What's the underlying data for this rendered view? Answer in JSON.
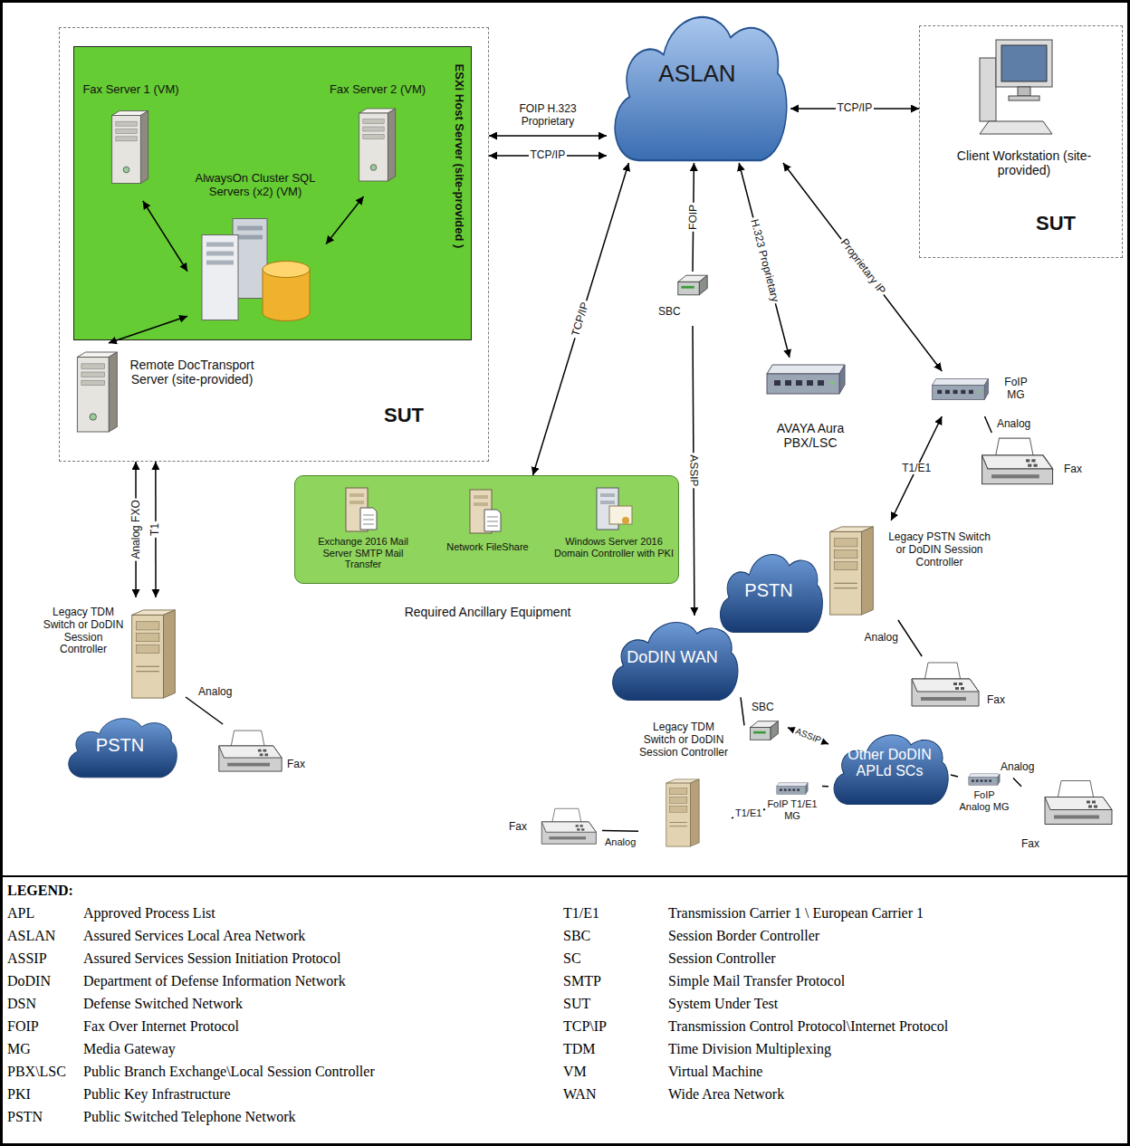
{
  "diagram": {
    "nodes": [
      {
        "text": [
          "SUT"
        ]
      },
      {
        "text": [
          "ESXi Host Server (site-provided )"
        ],
        "in": 0
      },
      {
        "text": [
          "Fax Server 1 (VM)"
        ],
        "in": 1
      },
      {
        "text": [
          "Fax Server 2 (VM)"
        ],
        "in": 1
      },
      {
        "text": [
          "AlwaysOn Cluster SQL Servers (x2) (VM)"
        ],
        "in": 1
      },
      {
        "text": [
          "Remote DocTransport Server (site-provided)"
        ],
        "in": 0
      },
      {
        "text": [
          "ASLAN"
        ]
      },
      {
        "text": [
          "SUT"
        ]
      },
      {
        "text": [
          "Client Workstation (site-provided)"
        ],
        "in": 7
      },
      {
        "text": [
          "Required Ancillary Equipment"
        ]
      },
      {
        "text": [
          "Exchange 2016 Mail Server SMTP Mail Transfer"
        ],
        "in": 9
      },
      {
        "text": [
          "Network FileShare"
        ],
        "in": 9
      },
      {
        "text": [
          "Windows Server 2016 Domain Controller with PKI"
        ],
        "in": 9
      },
      {
        "text": [
          "SBC"
        ]
      },
      {
        "text": [
          "AVAYA Aura PBX/LSC"
        ]
      },
      {
        "text": [
          "FoIP MG"
        ]
      },
      {
        "text": [
          "Fax"
        ]
      },
      {
        "text": [
          "PSTN"
        ]
      },
      {
        "text": [
          "Legacy PSTN Switch or DoDIN Session Controller"
        ]
      },
      {
        "text": [
          "Fax"
        ]
      },
      {
        "text": [
          "Legacy TDM Switch or DoDIN Session Controller"
        ]
      },
      {
        "text": [
          "PSTN"
        ]
      },
      {
        "text": [
          "Fax"
        ]
      },
      {
        "text": [
          "DoDIN WAN"
        ]
      },
      {
        "text": [
          "SBC"
        ]
      },
      {
        "text": [
          "Other DoDIN APLd SCs"
        ]
      },
      {
        "text": [
          "FoIP T1/E1 MG"
        ]
      },
      {
        "text": [
          "FoIP Analog MG"
        ]
      },
      {
        "text": [
          "Fax"
        ]
      },
      {
        "text": [
          "Legacy TDM Switch or DoDIN Session Controller"
        ]
      },
      {
        "text": [
          "Fax"
        ]
      }
    ],
    "edges": [
      {
        "from": 2,
        "to": 4,
        "arrow": "both"
      },
      {
        "from": 3,
        "to": 4,
        "arrow": "both"
      },
      {
        "from": 4,
        "to": 5,
        "arrow": "both"
      },
      {
        "from": 0,
        "to": 6,
        "label": "FOIP H.323 Proprietary",
        "arrow": "both"
      },
      {
        "from": 0,
        "to": 6,
        "label": "TCP/IP",
        "arrow": "both"
      },
      {
        "from": 6,
        "to": 7,
        "label": "TCP/IP",
        "arrow": "both"
      },
      {
        "from": 6,
        "to": 9,
        "label": "TCP/IP",
        "arrow": "both"
      },
      {
        "from": 13,
        "to": 6,
        "label": "FOIP",
        "arrow": "to"
      },
      {
        "from": 13,
        "to": 23,
        "label": "ASSIP",
        "arrow": "to"
      },
      {
        "from": 6,
        "to": 14,
        "label": "H.323 Proprietary",
        "arrow": "both"
      },
      {
        "from": 6,
        "to": 15,
        "label": "Proprietary IP",
        "arrow": "both"
      },
      {
        "from": 15,
        "to": 16,
        "label": "Analog",
        "arrow": "none"
      },
      {
        "from": 15,
        "to": 18,
        "label": "T1/E1",
        "arrow": "both"
      },
      {
        "from": 18,
        "to": 19,
        "label": "Analog",
        "arrow": "none"
      },
      {
        "from": 0,
        "to": 20,
        "label": "Analog FXO",
        "arrow": "both"
      },
      {
        "from": 0,
        "to": 20,
        "label": "T1",
        "arrow": "both"
      },
      {
        "from": 20,
        "to": 22,
        "label": "Analog",
        "arrow": "none"
      },
      {
        "from": 23,
        "to": 24,
        "arrow": "none"
      },
      {
        "from": 24,
        "to": 25,
        "label": "ASSIP",
        "arrow": "both"
      },
      {
        "from": 26,
        "to": 25,
        "arrow": "none"
      },
      {
        "from": 25,
        "to": 27,
        "arrow": "none"
      },
      {
        "from": 27,
        "to": 28,
        "label": "Analog",
        "arrow": "none"
      },
      {
        "from": 29,
        "to": 26,
        "label": "T1/E1",
        "arrow": "to"
      },
      {
        "from": 29,
        "to": 30,
        "label": "Analog",
        "arrow": "none"
      }
    ],
    "labels": [
      "LEGEND:",
      "APL",
      "Approved Process List",
      "ASLAN",
      "Assured Services Local Area Network",
      "ASSIP",
      "Assured Services Session Initiation Protocol",
      "DoDIN",
      "Department of Defense Information Network",
      "DSN",
      "Defense Switched Network",
      "FOIP",
      "Fax Over Internet Protocol",
      "MG",
      "Media Gateway",
      "PBX\\LSC",
      "Public Branch Exchange\\Local Session Controller",
      "PKI",
      "Public Key Infrastructure",
      "PSTN",
      "Public Switched Telephone Network",
      "T1/E1",
      "Transmission Carrier 1 \\ European Carrier 1",
      "SBC",
      "Session Border Controller",
      "SC",
      "Session Controller",
      "SMTP",
      "Simple Mail Transfer Protocol",
      "SUT",
      "System Under Test",
      "TCP\\IP",
      "Transmission Control Protocol\\Internet Protocol",
      "TDM",
      "Time Division Multiplexing",
      "VM",
      "Virtual Machine",
      "WAN",
      "Wide Area Network"
    ]
  }
}
